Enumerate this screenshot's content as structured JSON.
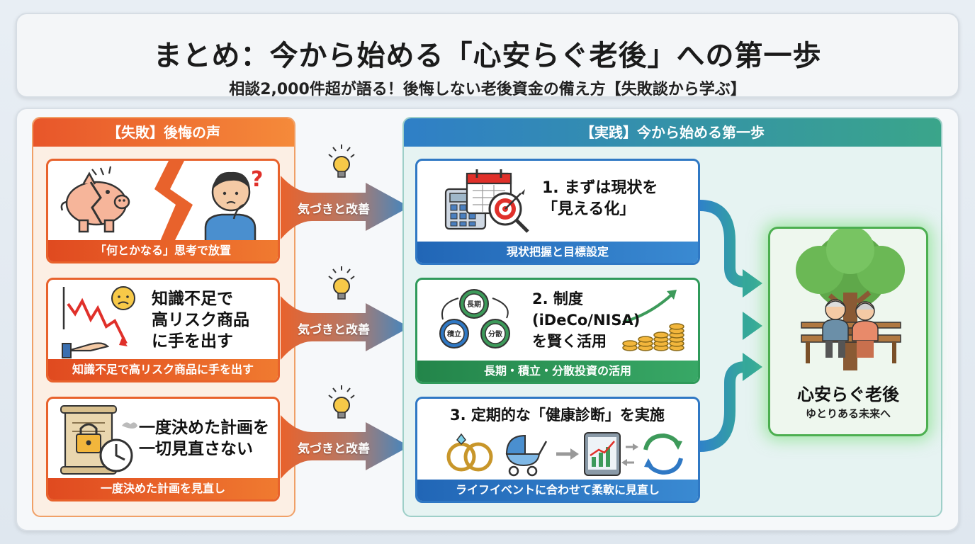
{
  "title": {
    "main": "まとめ：今から始める「心安らぐ老後」への第一歩",
    "sub": "相談2,000件超が語る！後悔しない老後資金の備え方【失敗談から学ぶ】"
  },
  "failures": {
    "header": "【失敗】後悔の声",
    "items": [
      {
        "caption": "「何とかなる」思考で放置"
      },
      {
        "text_lines": [
          "知識不足で",
          "高リスク商品",
          "に手を出す"
        ],
        "caption": "知識不足で高リスク商品に手を出す"
      },
      {
        "text_lines": [
          "一度決めた計画を",
          "一切見直さない"
        ],
        "caption": "一度決めた計画を見直し"
      }
    ]
  },
  "transition_label": "気づきと改善",
  "steps": {
    "header": "【実践】今から始める第一歩",
    "items": [
      {
        "title_lines": [
          "1. まずは現状を",
          "「見える化」"
        ],
        "caption": "現状把握と目標設定"
      },
      {
        "title_lines": [
          "2. 制度",
          "(iDeCo/NISA)",
          "を賢く活用"
        ],
        "caption": "長期・積立・分散投資の活用",
        "gear_labels": [
          "長期",
          "積立",
          "分散"
        ]
      },
      {
        "title_lines": [
          "3. 定期的な「健康診断」を実施"
        ],
        "caption": "ライフイベントに合わせて柔軟に見直し"
      }
    ]
  },
  "goal": {
    "title": "心安らぐ老後",
    "subtitle": "ゆとりある未来へ"
  },
  "colors": {
    "fail_accent": "#e8562a",
    "step_blue": "#2f78c4",
    "step_green": "#2f9a5a",
    "goal_green": "#4caf50"
  }
}
